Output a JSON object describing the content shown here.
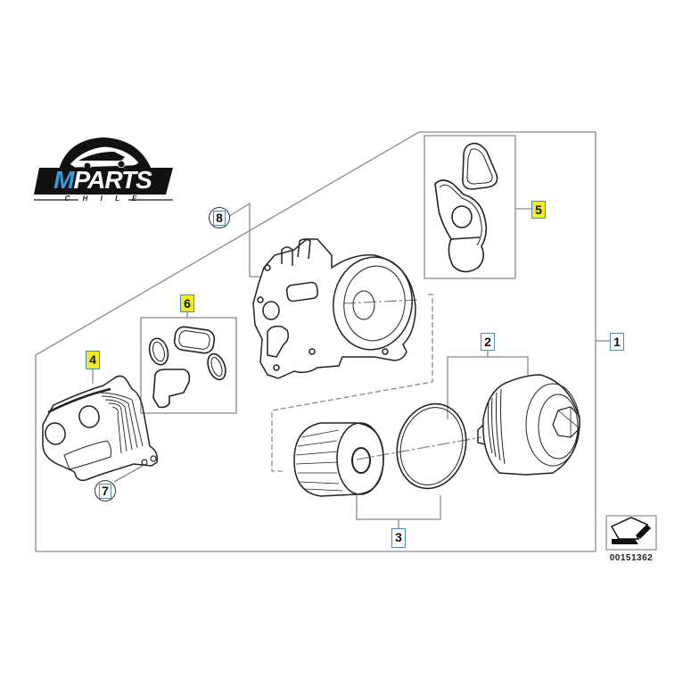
{
  "logo": {
    "brand_prefix": "M",
    "brand_suffix": "PARTS",
    "subtitle": "C H I L E",
    "colors": {
      "accent": "#3a9bd9",
      "dark": "#111111"
    }
  },
  "diagram": {
    "id_number": "00151362",
    "callouts": [
      {
        "id": "1",
        "label": "1",
        "style": "boxed"
      },
      {
        "id": "2",
        "label": "2",
        "style": "boxed"
      },
      {
        "id": "3",
        "label": "3",
        "style": "boxed"
      },
      {
        "id": "4",
        "label": "4",
        "style": "highlighted"
      },
      {
        "id": "5",
        "label": "5",
        "style": "highlighted"
      },
      {
        "id": "6",
        "label": "6",
        "style": "highlighted"
      },
      {
        "id": "7",
        "label": "7",
        "style": "circled"
      },
      {
        "id": "8",
        "label": "8",
        "style": "circled"
      }
    ],
    "parts": [
      {
        "callout": "1",
        "name": "oil-filter-housing-assembly"
      },
      {
        "callout": "2",
        "name": "oil-filter-cap"
      },
      {
        "callout": "3",
        "name": "oil-filter-element-and-o-ring"
      },
      {
        "callout": "4",
        "name": "oil-cooler"
      },
      {
        "callout": "5",
        "name": "gasket-set-housing"
      },
      {
        "callout": "6",
        "name": "gasket-set-oil-cooler"
      },
      {
        "callout": "7",
        "name": "bolt"
      },
      {
        "callout": "8",
        "name": "bolt"
      }
    ],
    "colors": {
      "highlight": "#f5ec1a",
      "callout_border": "#4a8fa6",
      "line": "#888888"
    }
  }
}
